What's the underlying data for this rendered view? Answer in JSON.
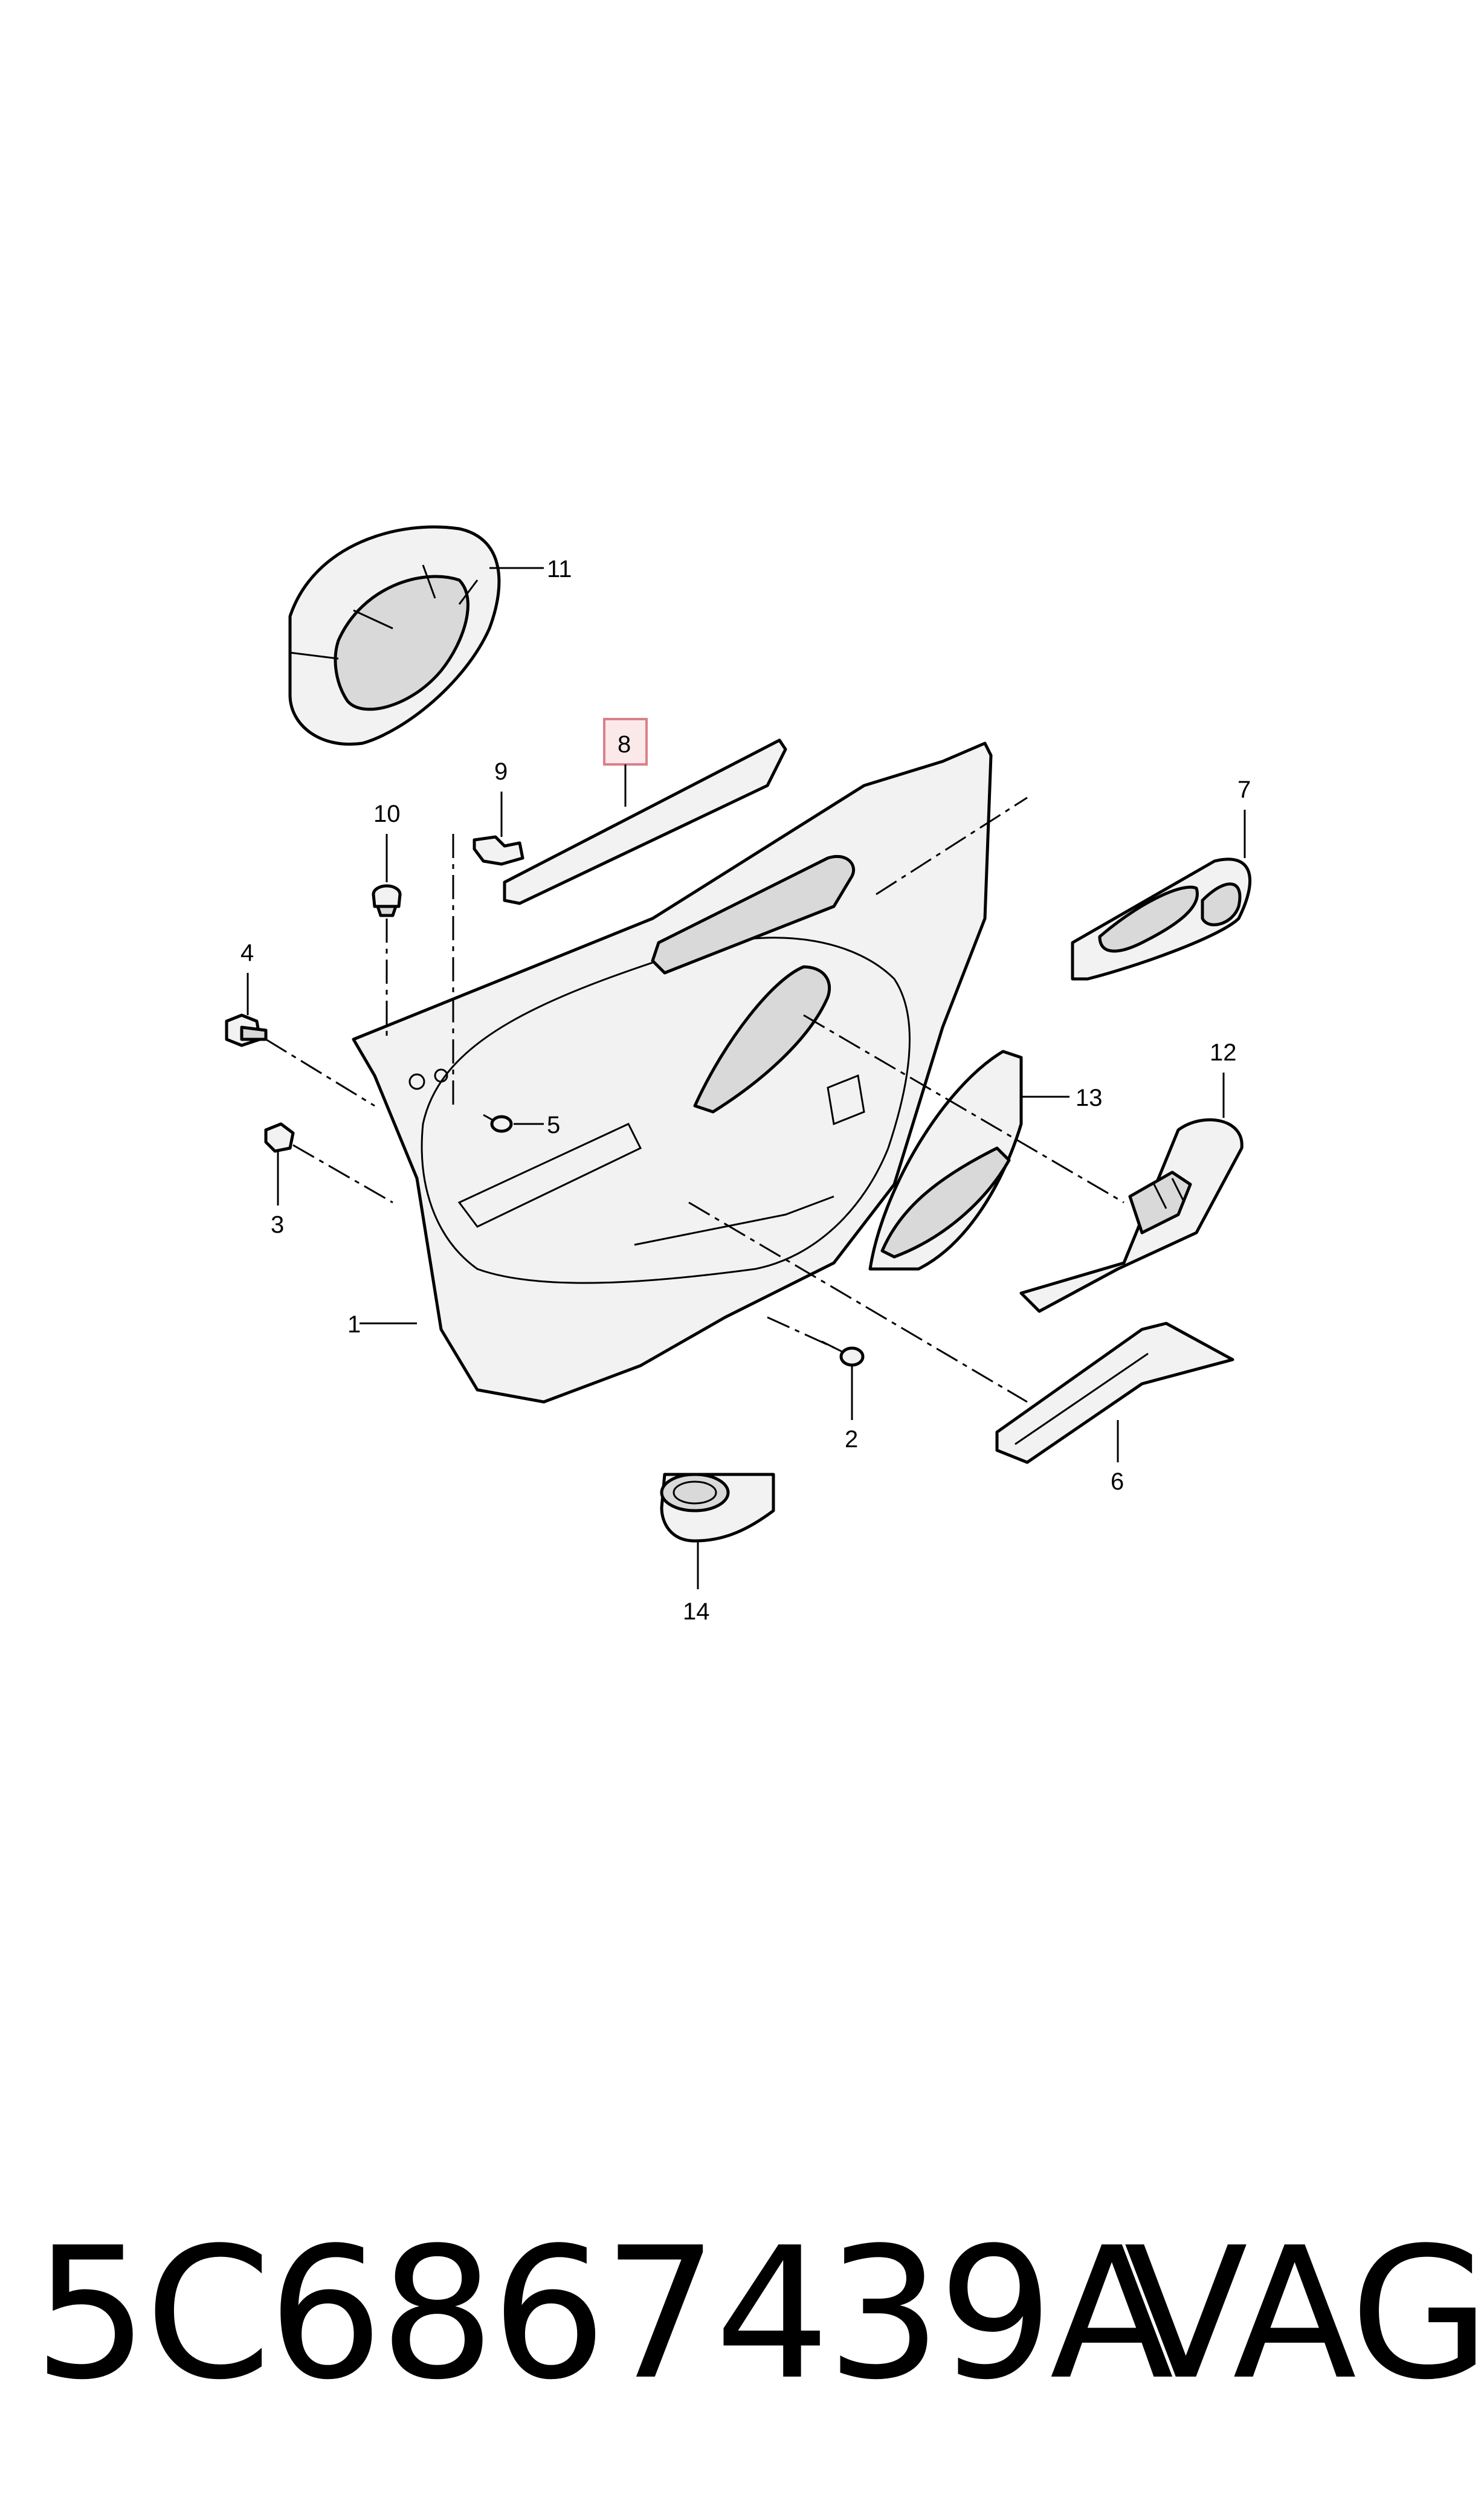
{
  "callouts": {
    "c1": "1",
    "c2": "2",
    "c3": "3",
    "c4": "4",
    "c5": "5",
    "c6": "6",
    "c7": "7",
    "c8": "8",
    "c9": "9",
    "c10": "10",
    "c11": "11",
    "c12": "12",
    "c13": "13",
    "c14": "14"
  },
  "highlight_color": "#d9808a",
  "footer": {
    "part_number": "5C6867439A",
    "brand": "VAG"
  }
}
